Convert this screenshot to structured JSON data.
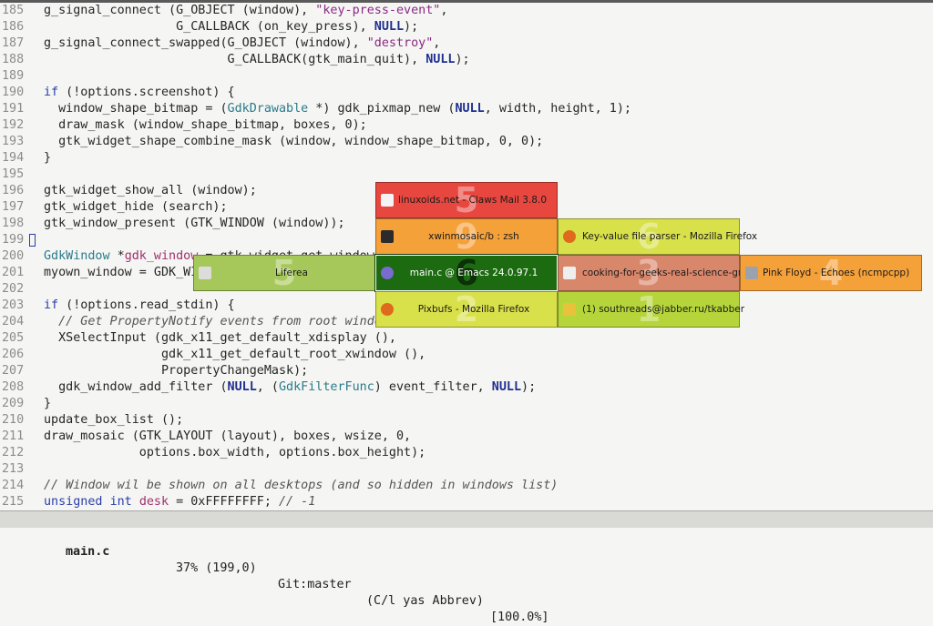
{
  "editor": {
    "lines": [
      {
        "n": "185",
        "t": "g_signal_connect (G_OBJECT (window), \"key-press-event\","
      },
      {
        "n": "186",
        "t": "                  G_CALLBACK (on_key_press), NULL);"
      },
      {
        "n": "187",
        "t": "g_signal_connect_swapped(G_OBJECT (window), \"destroy\","
      },
      {
        "n": "188",
        "t": "                         G_CALLBACK(gtk_main_quit), NULL);"
      },
      {
        "n": "189",
        "t": ""
      },
      {
        "n": "190",
        "t": "if (!options.screenshot) {"
      },
      {
        "n": "191",
        "t": "  window_shape_bitmap = (GdkDrawable *) gdk_pixmap_new (NULL, width, height, 1);"
      },
      {
        "n": "192",
        "t": "  draw_mask (window_shape_bitmap, boxes, 0);"
      },
      {
        "n": "193",
        "t": "  gtk_widget_shape_combine_mask (window, window_shape_bitmap, 0, 0);"
      },
      {
        "n": "194",
        "t": "}"
      },
      {
        "n": "195",
        "t": ""
      },
      {
        "n": "196",
        "t": "gtk_widget_show_all (window);"
      },
      {
        "n": "197",
        "t": "gtk_widget_hide (search);"
      },
      {
        "n": "198",
        "t": "gtk_window_present (GTK_WINDOW (window));"
      },
      {
        "n": "199",
        "t": ""
      },
      {
        "n": "200",
        "t": "GdkWindow *gdk_window = gtk_widget_get_window (window);"
      },
      {
        "n": "201",
        "t": "myown_window = GDK_WINDOW_XID (gdk_window);"
      },
      {
        "n": "202",
        "t": ""
      },
      {
        "n": "203",
        "t": "if (!options.read_stdin) {"
      },
      {
        "n": "204",
        "t": "  // Get PropertyNotify events from root window"
      },
      {
        "n": "205",
        "t": "  XSelectInput (gdk_x11_get_default_xdisplay (),"
      },
      {
        "n": "206",
        "t": "                gdk_x11_get_default_root_xwindow (),"
      },
      {
        "n": "207",
        "t": "                PropertyChangeMask);"
      },
      {
        "n": "208",
        "t": "  gdk_window_add_filter (NULL, (GdkFilterFunc) event_filter, NULL);"
      },
      {
        "n": "209",
        "t": "}"
      },
      {
        "n": "210",
        "t": "update_box_list ();"
      },
      {
        "n": "211",
        "t": "draw_mosaic (GTK_LAYOUT (layout), boxes, wsize, 0,"
      },
      {
        "n": "212",
        "t": "             options.box_width, options.box_height);"
      },
      {
        "n": "213",
        "t": ""
      },
      {
        "n": "214",
        "t": "// Window wil be shown on all desktops (and so hidden in windows list)"
      },
      {
        "n": "215",
        "t": "unsigned int desk = 0xFFFFFFFF; // -1"
      }
    ]
  },
  "modeline": {
    "status": "-:@---",
    "buffer": "main.c",
    "position": "37% (199,0)",
    "vcs": "Git:master",
    "modes": "(C/l yas Abbrev)",
    "zoom": "[100.0%]"
  },
  "mosaic": {
    "tiles": [
      {
        "num": "5",
        "label": "linuxoids.net - Claws Mail 3.8.0",
        "icon": "mail-icon",
        "color": "#e8473f",
        "selected": false
      },
      {
        "num": "9",
        "label": "xwinmosaic/b : zsh",
        "icon": "terminal-icon",
        "color": "#f5a13a",
        "selected": false
      },
      {
        "num": "6",
        "label": "Key-value file parser - Mozilla Firefox",
        "icon": "firefox-icon",
        "color": "#d8e04a",
        "selected": false
      },
      {
        "num": "5",
        "label": "Liferea",
        "icon": "feed-reader-icon",
        "color": "#a6c85a",
        "selected": false
      },
      {
        "num": "6",
        "label": "main.c @ Emacs 24.0.97.1",
        "icon": "emacs-icon",
        "color": "#1c6b10",
        "selected": true
      },
      {
        "num": "3",
        "label": "cooking-for-geeks-real-science-great",
        "icon": "document-icon",
        "color": "#d9876b",
        "selected": false
      },
      {
        "num": "4",
        "label": "Pink Floyd - Echoes (ncmpcpp)",
        "icon": "music-player-icon",
        "color": "#f5a13a",
        "selected": false
      },
      {
        "num": "2",
        "label": "Pixbufs - Mozilla Firefox",
        "icon": "firefox-icon",
        "color": "#d8e04a",
        "selected": false
      },
      {
        "num": "1",
        "label": "(1) southreads@jabber.ru/tkabber",
        "icon": "chat-icon",
        "color": "#b5d53a",
        "selected": false
      }
    ]
  },
  "colors": {
    "keyword": "#2a3ea8",
    "type": "#2a7b8a",
    "string": "#8a2a86",
    "comment": "#555555",
    "function_name": "#a0306e",
    "constant": "#1e2f8f"
  }
}
